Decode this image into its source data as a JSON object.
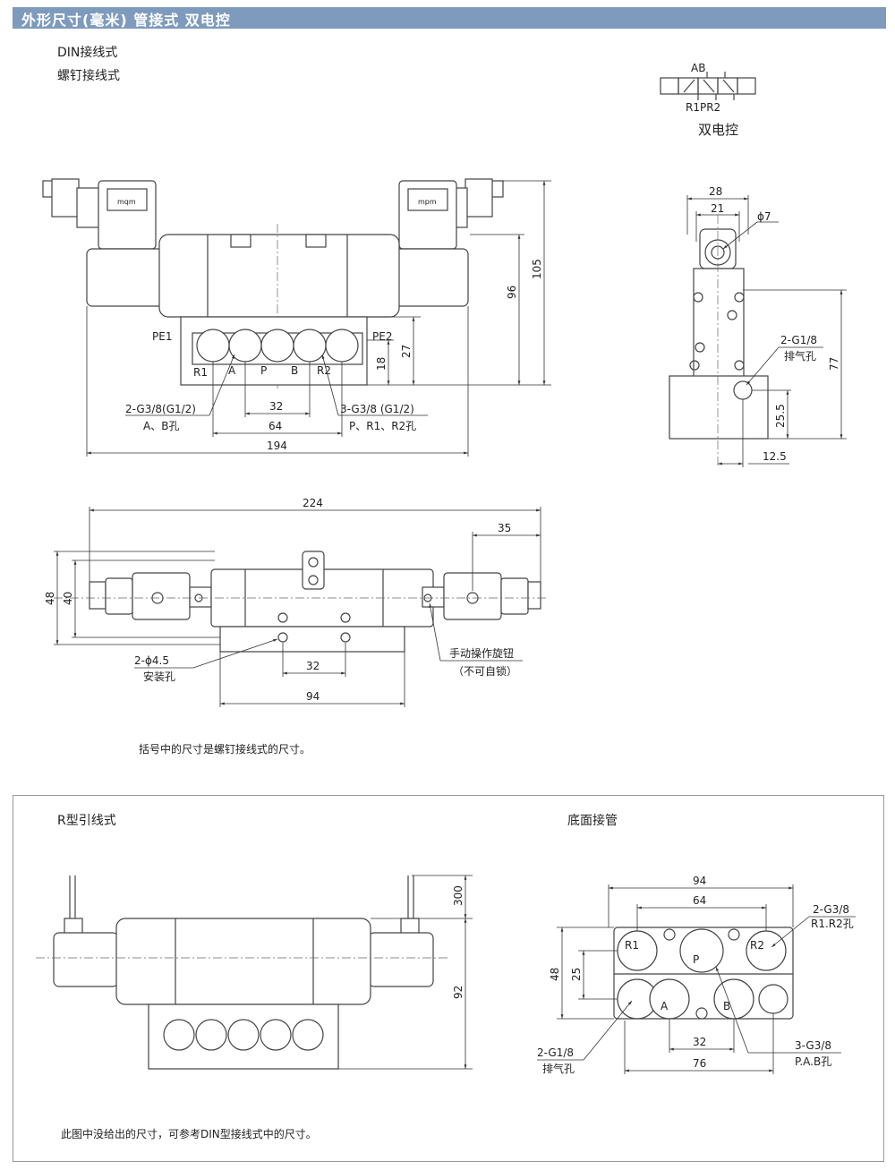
{
  "header": {
    "title": "外形尺寸(毫米)  管接式 双电控"
  },
  "section1": {
    "label_din": "DIN接线式",
    "label_screw": "螺钉接线式",
    "symbol": {
      "top": "AB",
      "bottom": "R1PR2",
      "caption": "双电控"
    },
    "front": {
      "coil_mark": "mqm",
      "coil_mark_right": "mpm",
      "labels": {
        "pe1": "PE1",
        "pe2": "PE2",
        "r1": "R1",
        "a": "A",
        "p": "P",
        "b": "B",
        "r2": "R2"
      },
      "dims": {
        "d105": "105",
        "d96": "96",
        "d27": "27",
        "d18": "18",
        "d32": "32",
        "d64": "64",
        "d194": "194"
      },
      "callout_left": {
        "line1": "2-G3/8(G1/2)",
        "line2": "A、B孔"
      },
      "callout_right": {
        "line1": "3-G3/8 (G1/2)",
        "line2": "P、R1、R2孔"
      }
    },
    "side": {
      "dims": {
        "d28": "28",
        "d21": "21",
        "phi7": "ϕ7",
        "d77": "77",
        "d25_5": "25.5",
        "d12_5": "12.5"
      },
      "callout": {
        "line1": "2-G1/8",
        "line2": "排气孔"
      }
    },
    "top_view": {
      "dims": {
        "d224": "224",
        "d35": "35",
        "d48": "48",
        "d40": "40",
        "d32": "32",
        "d94": "94"
      },
      "callout_hole": {
        "line1": "2-ϕ4.5",
        "line2": "安装孔"
      },
      "callout_knob": {
        "line1": "手动操作旋钮",
        "line2": "（不可自锁）"
      }
    },
    "note": "括号中的尺寸是螺钉接线式的尺寸。"
  },
  "section2": {
    "label_r": "R型引线式",
    "label_bottom": "底面接管",
    "r_view": {
      "dims": {
        "d300": "300",
        "d92": "92"
      }
    },
    "bottom_view": {
      "labels": {
        "r1": "R1",
        "p": "P",
        "r2": "R2",
        "a": "A",
        "b": "B"
      },
      "dims": {
        "d94": "94",
        "d64": "64",
        "d48": "48",
        "d25": "25",
        "d32": "32",
        "d76": "76"
      },
      "callout_r": {
        "line1": "2-G3/8",
        "line2": "R1.R2孔"
      },
      "callout_exh": {
        "line1": "2-G1/8",
        "line2": "排气孔"
      },
      "callout_pab": {
        "line1": "3-G3/8",
        "line2": "P.A.B孔"
      }
    },
    "note": "此图中没给出的尺寸，可参考DIN型接线式中的尺寸。"
  }
}
